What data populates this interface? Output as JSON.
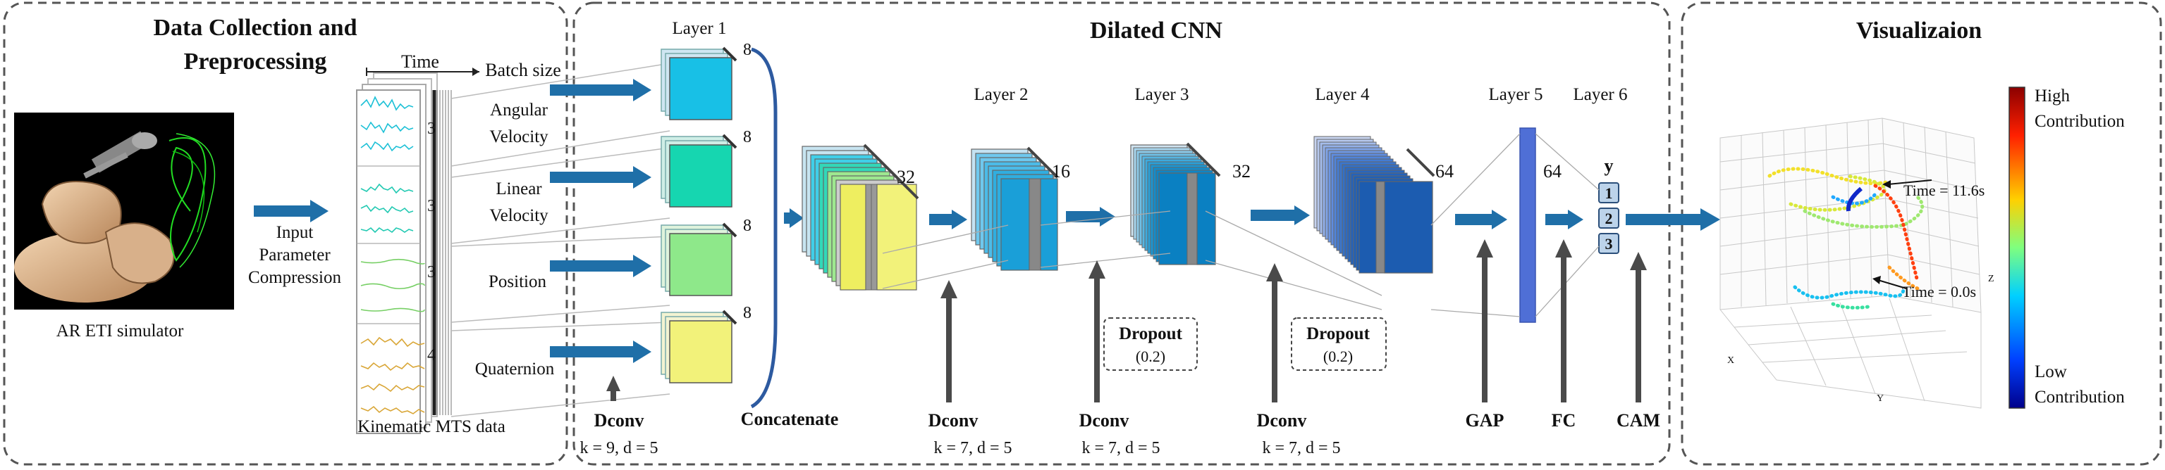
{
  "panels": {
    "left_title_line1": "Data Collection and",
    "left_title_line2": "Preprocessing",
    "middle_title": "Dilated CNN",
    "right_title": "Visualizaion"
  },
  "left": {
    "simulator_caption": "AR ETI simulator",
    "compress_line1": "Input",
    "compress_line2": "Parameter",
    "compress_line3": "Compression",
    "time_label": "Time",
    "batch_label": "Batch size",
    "mts_caption": "Kinematic MTS data",
    "groups": [
      {
        "line1": "Angular",
        "line2": "Velocity",
        "dim": "3"
      },
      {
        "line1": "Linear",
        "line2": "Velocity",
        "dim": "3"
      },
      {
        "line1": "Position",
        "line2": "",
        "dim": "3"
      },
      {
        "line1": "Quaternion",
        "line2": "",
        "dim": "4"
      }
    ]
  },
  "cnn": {
    "layer1": "Layer 1",
    "layer1_depths": [
      "8",
      "8",
      "8",
      "8"
    ],
    "layer1_colors": [
      "#18c0e6",
      "#16d6b0",
      "#8ee88a",
      "#f2f27a"
    ],
    "concat_label": "Concatenate",
    "concat_depth": "32",
    "layer2": "Layer 2",
    "layer2_depth": "16",
    "layer3": "Layer 3",
    "layer3_depth": "32",
    "layer4": "Layer 4",
    "layer4_depth": "64",
    "layer5": "Layer 5",
    "layer5_dim": "64",
    "layer6": "Layer 6",
    "y_label": "y",
    "classes": [
      "1",
      "2",
      "3"
    ],
    "dropout_label": "Dropout",
    "dropout_rate": "(0.2)",
    "ops": [
      {
        "name": "Dconv",
        "params": "k = 9, d = 5"
      },
      {
        "name": "Dconv",
        "params": "k = 7, d = 5"
      },
      {
        "name": "Dconv",
        "params": "k = 7, d = 5"
      },
      {
        "name": "Dconv",
        "params": "k = 7, d = 5"
      },
      {
        "name": "GAP",
        "params": ""
      },
      {
        "name": "FC",
        "params": ""
      },
      {
        "name": "CAM",
        "params": ""
      }
    ]
  },
  "vis": {
    "time_top": "Time = 11.6s",
    "time_bottom": "Time = 0.0s",
    "colorbar_high_1": "High",
    "colorbar_high_2": "Contribution",
    "colorbar_low_1": "Low",
    "colorbar_low_2": "Contribution",
    "axis_x": "X",
    "axis_y": "Y",
    "axis_z": "Z"
  },
  "colors": {
    "arrow": "#1f6fa8",
    "dark_arrow": "#4a4a4a",
    "frame_dash": "#555555"
  }
}
